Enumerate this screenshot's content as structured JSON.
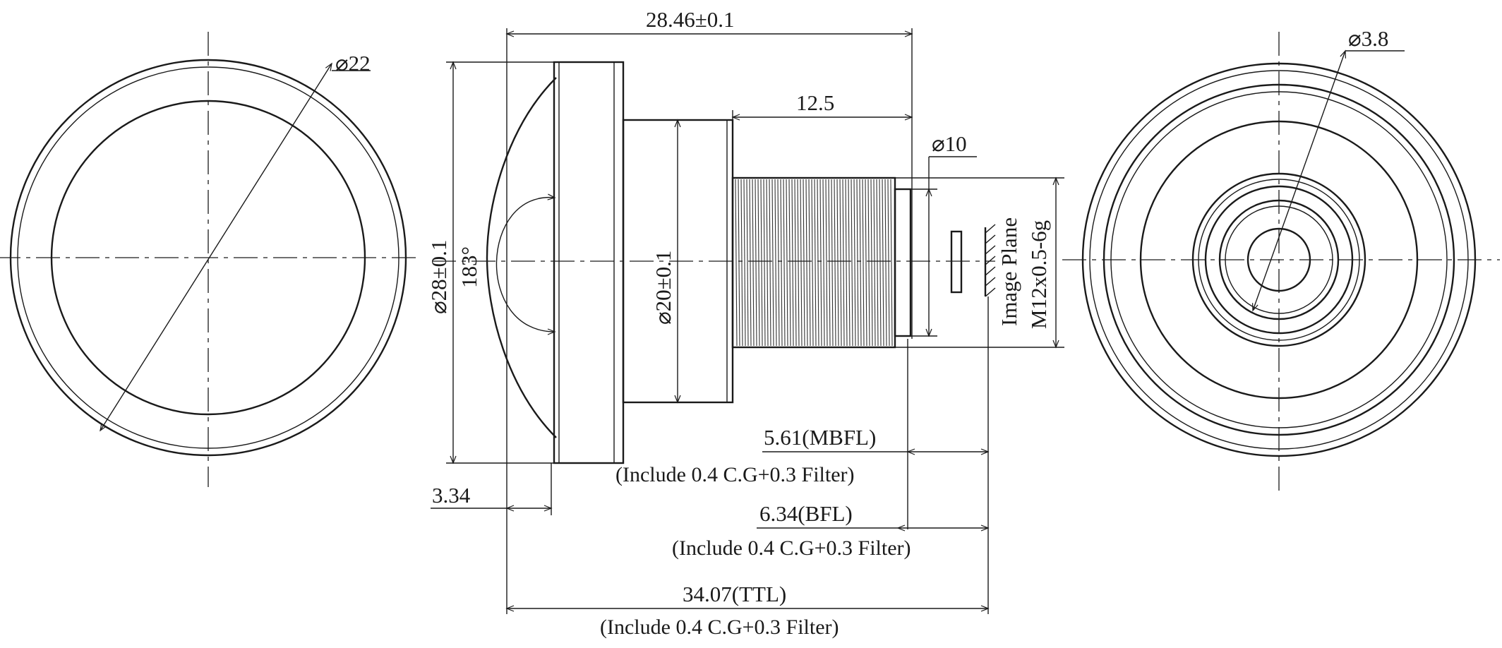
{
  "dimensions": {
    "overall_length": "28.46±0.1",
    "front_diameter": "⌀22",
    "flange_diameter": "⌀28±0.1",
    "field_of_view": "183°",
    "body_diameter": "⌀20±0.1",
    "thread_length": "12.5",
    "rear_diameter": "⌀10",
    "front_offset": "3.34",
    "image_plane_label": "Image Plane",
    "thread_spec": "M12x0.5-6g",
    "mbfl_value": "5.61(MBFL)",
    "mbfl_note": "(Include 0.4 C.G+0.3 Filter)",
    "bfl_value": "6.34(BFL)",
    "bfl_note": "(Include 0.4 C.G+0.3 Filter)",
    "ttl_value": "34.07(TTL)",
    "ttl_note": "(Include 0.4 C.G+0.3 Filter)",
    "aperture_diameter": "⌀3.8"
  }
}
